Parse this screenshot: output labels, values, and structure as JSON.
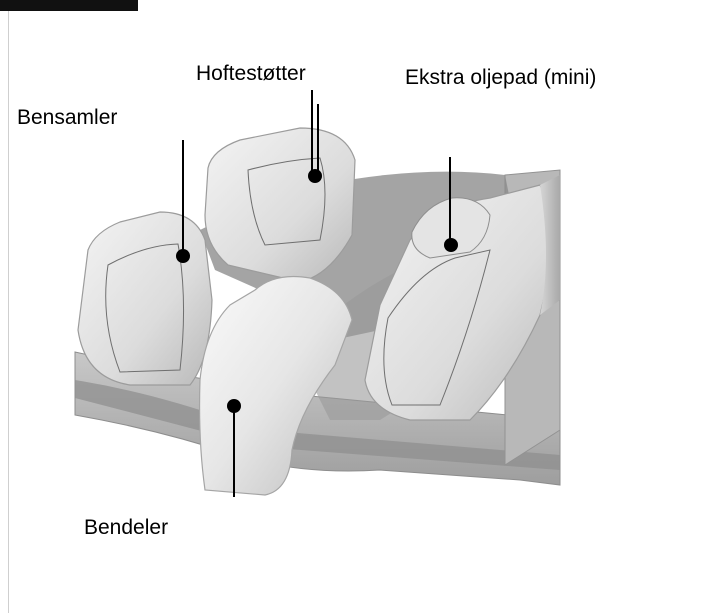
{
  "labels": {
    "hoftestotter": "Hoftestøtter",
    "ekstra_oljepad": "Ekstra oljepad (mini)",
    "bensamler": "Bensamler",
    "bendeler": "Bendeler"
  },
  "colors": {
    "background": "#ffffff",
    "ink": "#000000",
    "header_tab": "#111111",
    "left_rule": "#cfcfcf",
    "cushion_light": "#e9e9e9",
    "cushion_mid": "#c4c4c4",
    "cushion_shadow": "#9a9a9a",
    "mesh_dark": "#7d7d7d"
  }
}
